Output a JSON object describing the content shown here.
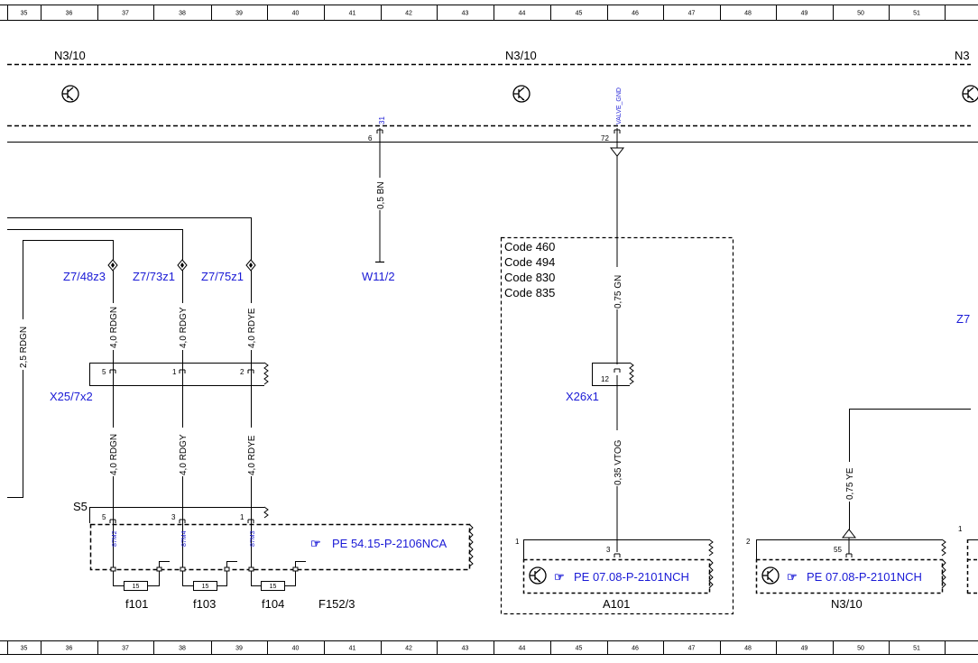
{
  "ruler": {
    "top": [
      "35",
      "36",
      "37",
      "38",
      "39",
      "40",
      "41",
      "42",
      "43",
      "44",
      "45",
      "46",
      "47",
      "48",
      "49",
      "50",
      "51"
    ],
    "bottom": [
      "35",
      "36",
      "37",
      "38",
      "39",
      "40",
      "41",
      "42",
      "43",
      "44",
      "45",
      "46",
      "47",
      "48",
      "49",
      "50",
      "51"
    ]
  },
  "modules": {
    "left": "N3/10",
    "center": "N3/10",
    "right": "N3"
  },
  "pins": {
    "p31_name": "31",
    "p31_num": "6",
    "valve_name": "VALVE_GND",
    "valve_num": "72",
    "x25_p5": "5",
    "x25_p1": "1",
    "x25_p2": "2",
    "x26_p12": "12",
    "s5_p5": "5",
    "s5_p3": "3",
    "s5_p1": "1",
    "s5_87m2": "87M2",
    "s5_87m4": "87M4",
    "s5_87m3": "87M3",
    "a101_num": "1",
    "a101_pin3": "3",
    "n310_num": "2",
    "n310_pin55": "55",
    "right_num": "1"
  },
  "wires": {
    "bn": "0,5 BN",
    "gn": "0,75 GN",
    "vtog": "0,35 VTOG",
    "ye": "0,75 YE",
    "rdgn_left": "2,5 RDGN",
    "rdgn_top": "4,0 RDGN",
    "rdgy_top": "4,0 RDGY",
    "rdye_top": "4,0 RDYE",
    "rdgn_bot": "4,0 RDGN",
    "rdgy_bot": "4,0 RDGY",
    "rdye_bot": "4,0 RDYE"
  },
  "connectors": {
    "z748": "Z7/48z3",
    "z773": "Z7/73z1",
    "z775": "Z7/75z1",
    "w112": "W11/2",
    "x257": "X25/7x2",
    "x261": "X26x1",
    "s5": "S5",
    "z7_right": "Z7"
  },
  "codes": [
    "Code 460",
    "Code 494",
    "Code 830",
    "Code 835"
  ],
  "fuses": {
    "f101": "f101",
    "f103": "f103",
    "f104": "f104",
    "f101_val": "15",
    "f103_val": "15",
    "f104_val": "15",
    "block": "F152/3"
  },
  "refs": {
    "f152": "PE 54.15-P-2106NCA",
    "a101": "PE 07.08-P-2101NCH",
    "n310": "PE 07.08-P-2101NCH"
  },
  "components": {
    "a101": "A101",
    "n310": "N3/10"
  }
}
